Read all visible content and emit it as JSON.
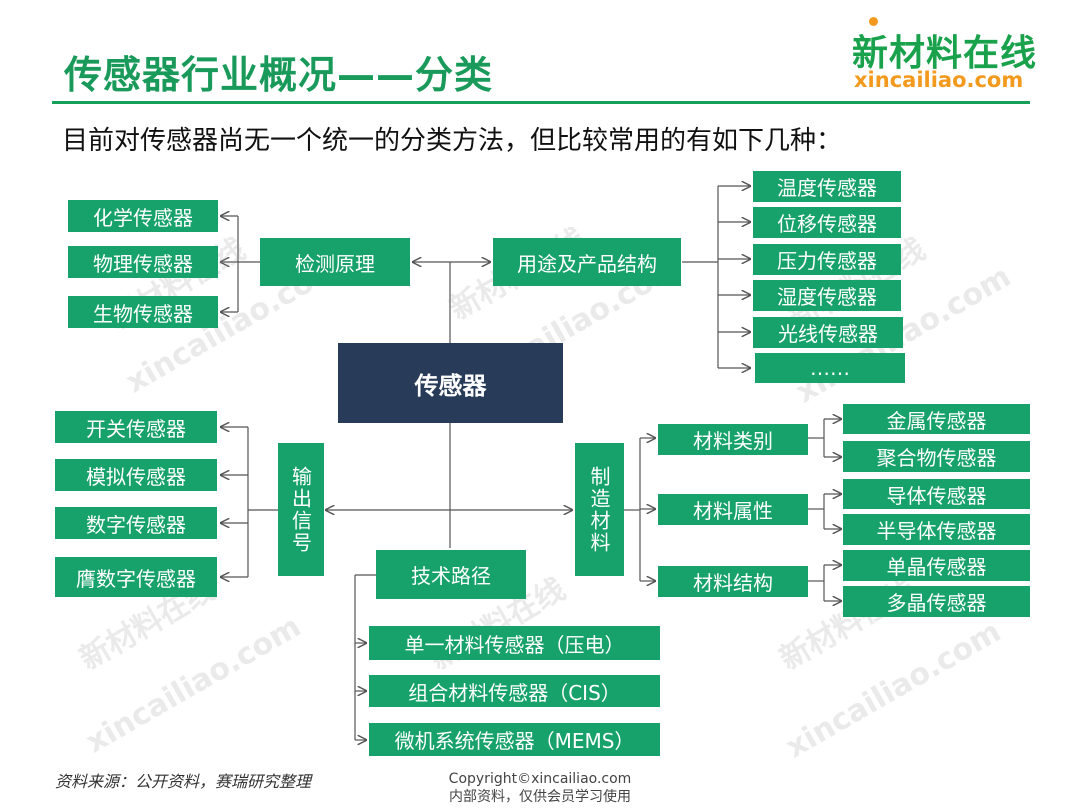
{
  "header": {
    "title": "传感器行业概况——分类",
    "logo_cn": "新材料在线",
    "logo_en": "xincailiao.com"
  },
  "subtitle": "目前对传感器尚无一个统一的分类方法，但比较常用的有如下几种：",
  "diagram": {
    "center": "传感器",
    "detection": {
      "label": "检测原理",
      "items": [
        "化学传感器",
        "物理传感器",
        "生物传感器"
      ]
    },
    "usage": {
      "label": "用途及产品结构",
      "items": [
        "温度传感器",
        "位移传感器",
        "压力传感器",
        "湿度传感器",
        "光线传感器",
        "……"
      ]
    },
    "output": {
      "label": "输出信号",
      "items": [
        "开关传感器",
        "模拟传感器",
        "数字传感器",
        "膺数字传感器"
      ]
    },
    "material": {
      "label": "制造材料",
      "category": {
        "label": "材料类别",
        "items": [
          "金属传感器",
          "聚合物传感器"
        ]
      },
      "property": {
        "label": "材料属性",
        "items": [
          "导体传感器",
          "半导体传感器"
        ]
      },
      "structure": {
        "label": "材料结构",
        "items": [
          "单晶传感器",
          "多晶传感器"
        ]
      }
    },
    "tech": {
      "label": "技术路径",
      "items": [
        "单一材料传感器（压电）",
        "组合材料传感器（CIS）",
        "微机系统传感器（MEMS）"
      ]
    }
  },
  "watermark": {
    "cn": "新材料在线",
    "en": "xincailiao.com"
  },
  "footer": {
    "source": "资料来源：公开资料，赛瑞研究整理",
    "copyright": "Copyright©xincailiao.com",
    "note": "内部资料，仅供会员学习使用"
  },
  "colors": {
    "green": "#17a16b",
    "navy": "#283c5a",
    "title_green": "#1a9a5a",
    "logo_orange": "#f39a1e"
  }
}
